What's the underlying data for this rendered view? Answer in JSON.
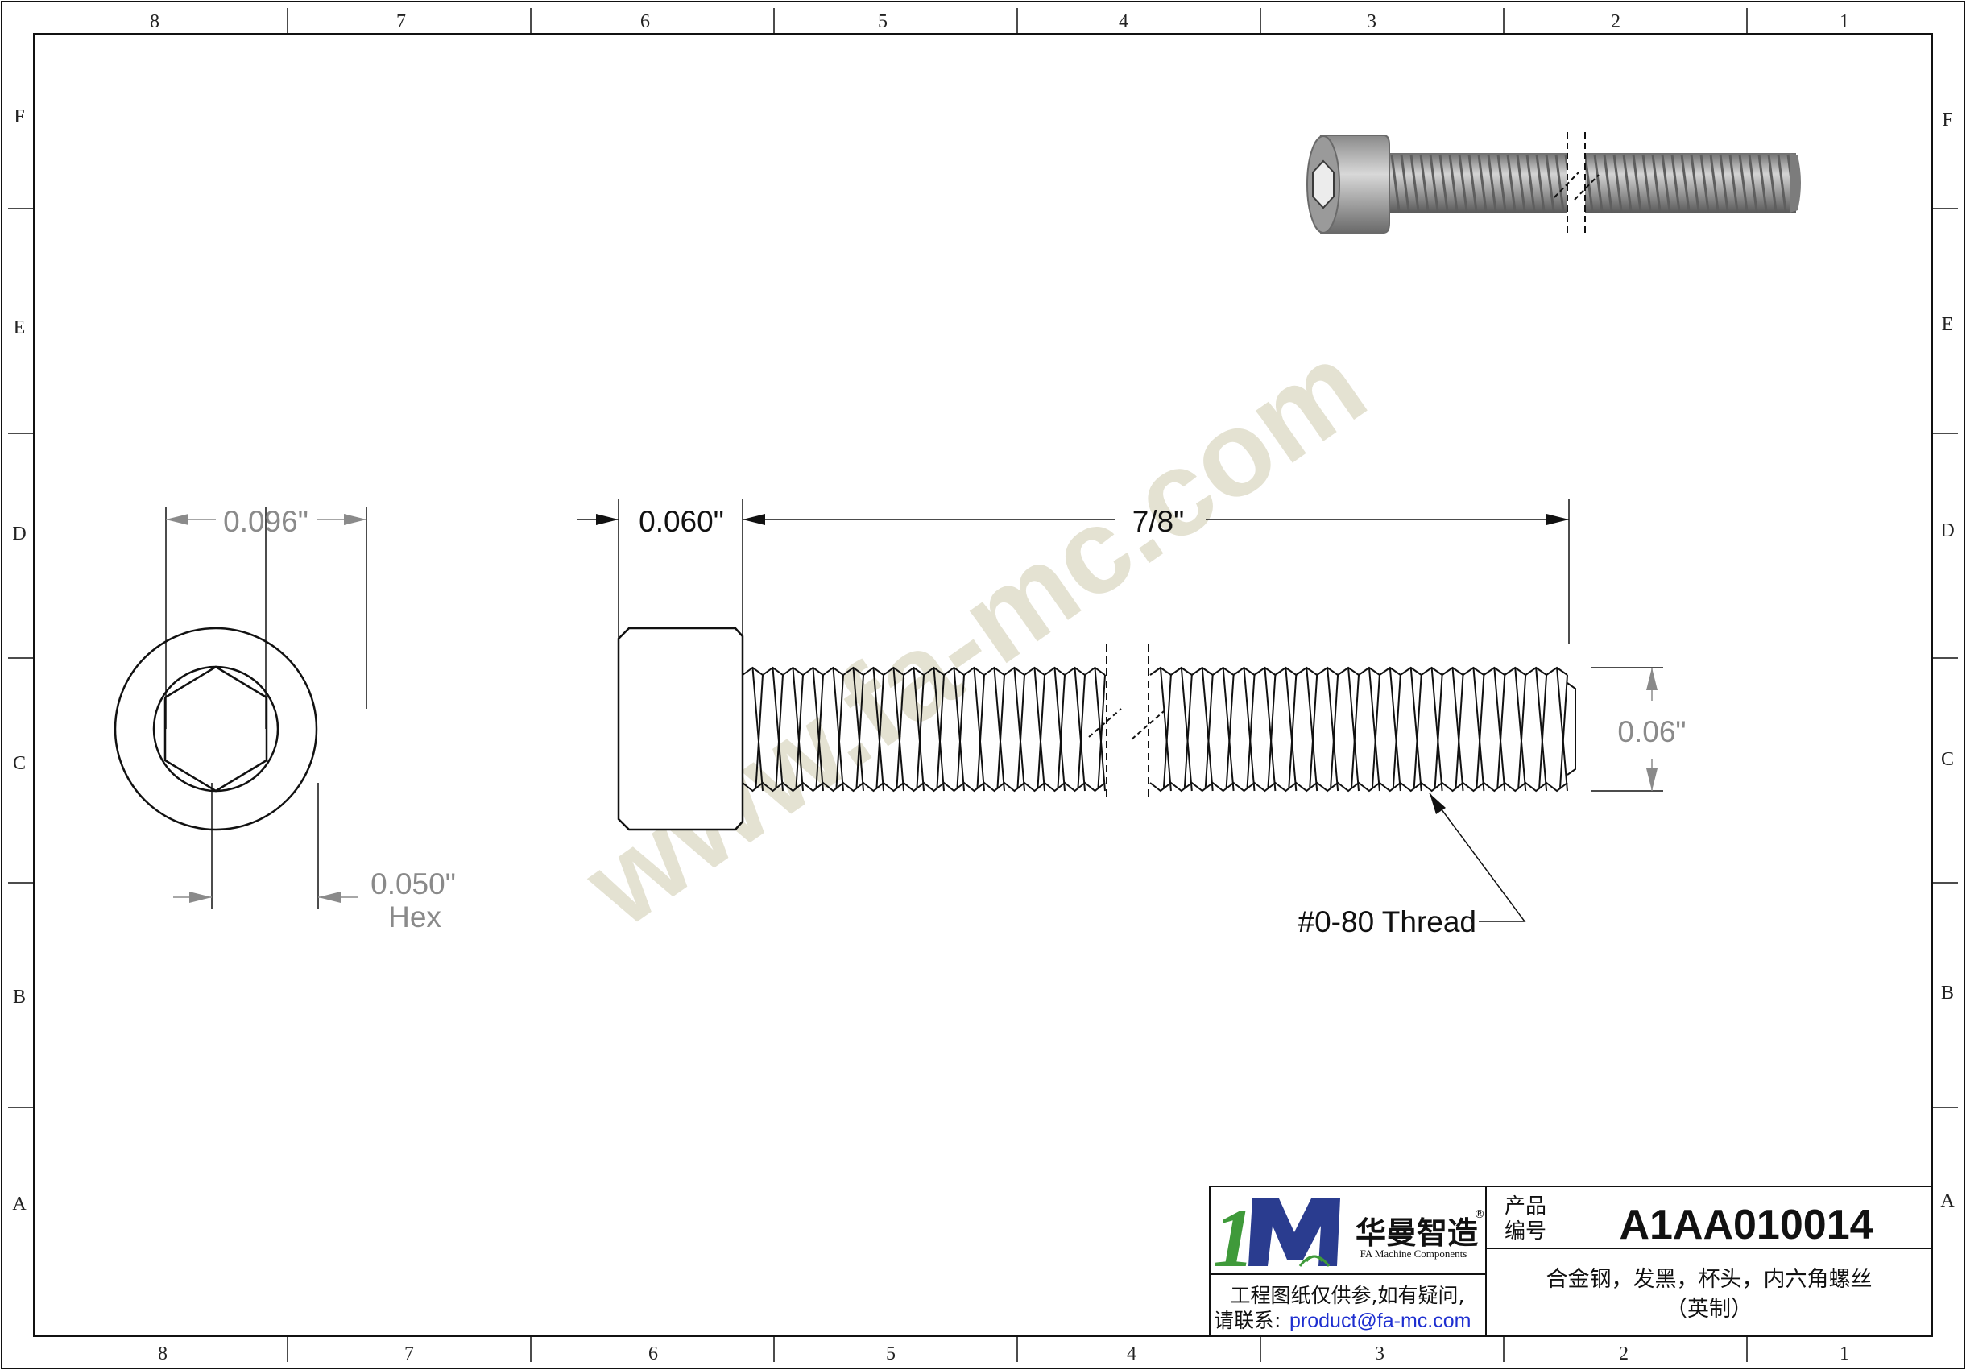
{
  "zones": {
    "columns": [
      "8",
      "7",
      "6",
      "5",
      "4",
      "3",
      "2",
      "1"
    ],
    "rows": [
      "F",
      "E",
      "D",
      "C",
      "B",
      "A"
    ]
  },
  "watermark": "www.fa-mc.com",
  "dimensions": {
    "head_diameter": "0.096\"",
    "head_height": "0.060\"",
    "length": "7/8\"",
    "thread_diameter": "0.06\"",
    "hex_size": "0.050\"",
    "hex_label": "Hex",
    "thread_callout": "#0-80 Thread"
  },
  "title_block": {
    "logo_cn": "华曼智造",
    "logo_en": "FA Machine Components",
    "logo_mark": "1M",
    "registered": "®",
    "product_no_label_1": "产品",
    "product_no_label_2": "编号",
    "product_no": "A1AA010014",
    "description_1": "合金钢，发黑，杯头，内六角螺丝",
    "description_2": "（英制）",
    "notice_1": "工程图纸仅供参,如有疑问,",
    "notice_contact_label": "请联系:",
    "notice_email": "product@fa-mc.com"
  },
  "colors": {
    "line": "#111111",
    "dim_gray": "#8a8a8a",
    "watermark": "#e4e2d2",
    "logo_blue": "#2a3c8f",
    "logo_green": "#3f9a3a",
    "email_blue": "#1e2fd0"
  }
}
